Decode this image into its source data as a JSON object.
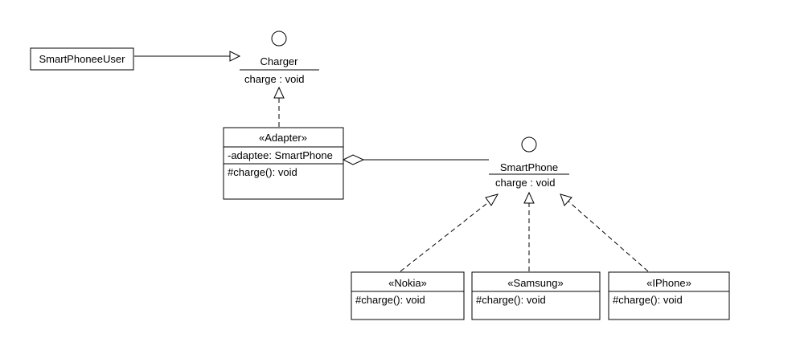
{
  "user": {
    "name": "SmartPhoneeUser"
  },
  "charger": {
    "name": "Charger",
    "operation": "charge : void"
  },
  "adapter": {
    "stereotype": "«Adapter»",
    "attribute": "-adaptee: SmartPhone",
    "operation": "#charge(): void"
  },
  "smartphone": {
    "name": "SmartPhone",
    "operation": "charge : void"
  },
  "nokia": {
    "stereotype": "«Nokia»",
    "operation": "#charge(): void"
  },
  "samsung": {
    "stereotype": "«Samsung»",
    "operation": "#charge(): void"
  },
  "iphone": {
    "stereotype": "«IPhone»",
    "operation": "#charge(): void"
  },
  "colors": {
    "line": "#000000",
    "fill": "#ffffff"
  }
}
